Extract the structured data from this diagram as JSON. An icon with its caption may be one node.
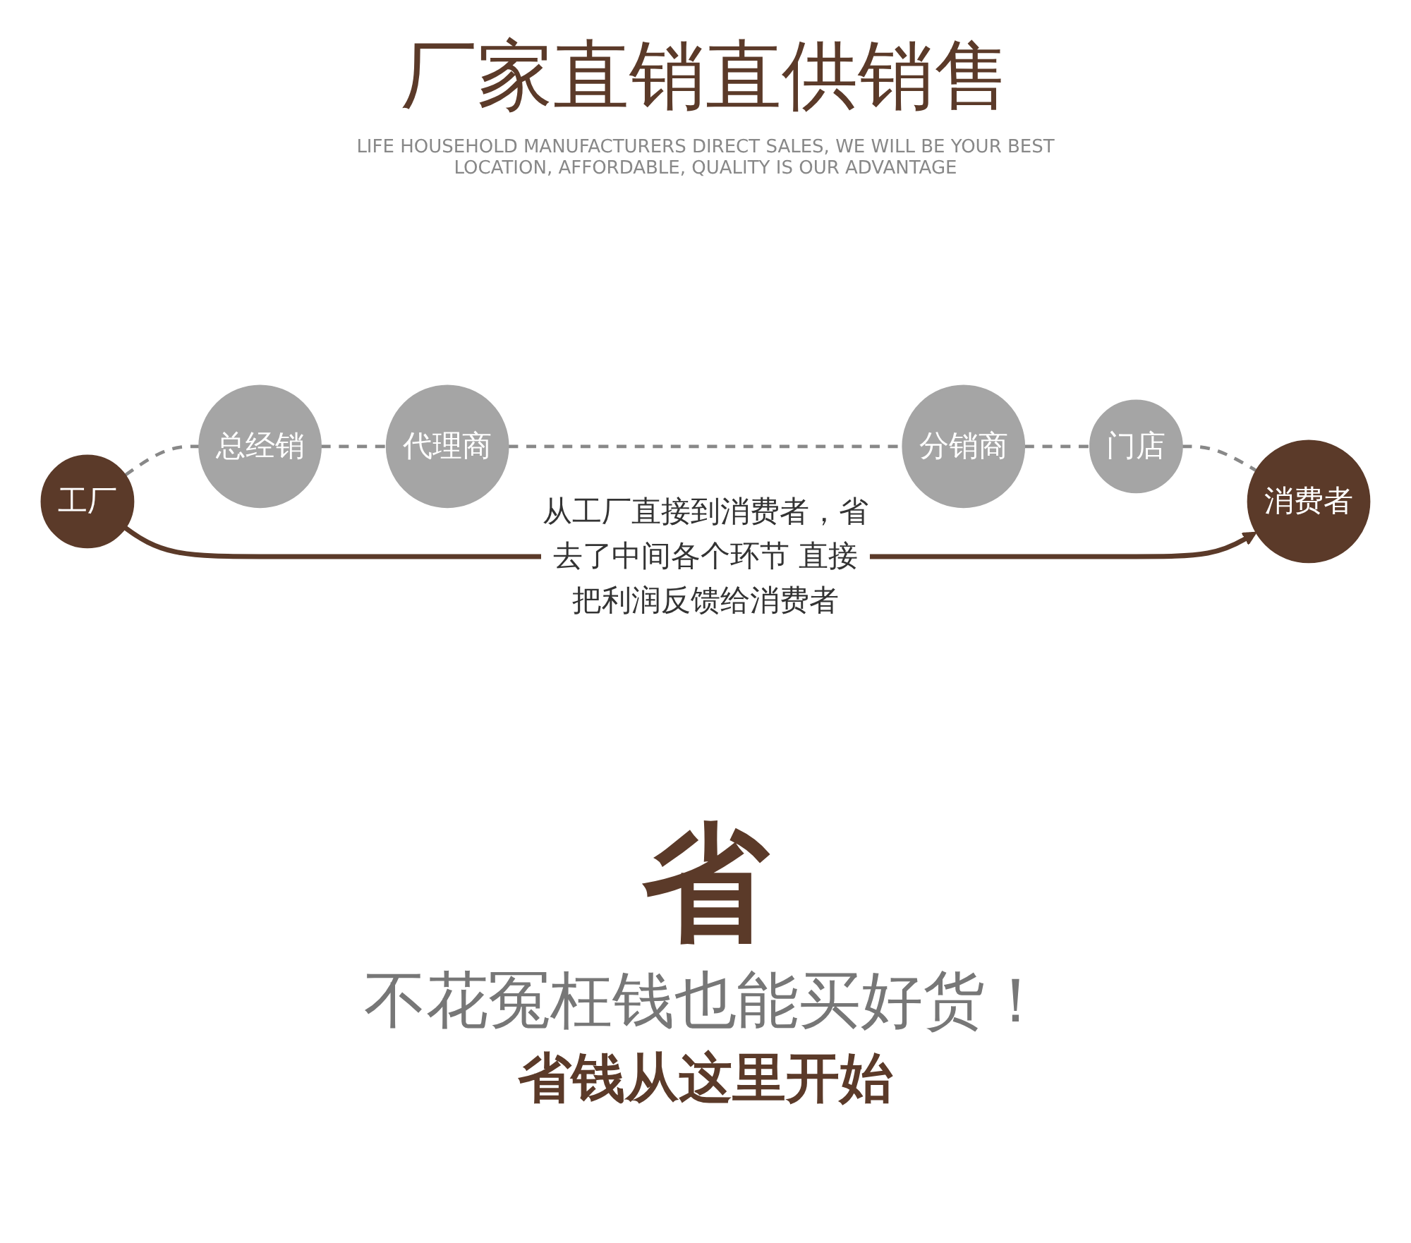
{
  "diagram": {
    "title": "厂家直销直供销售",
    "nodes": [
      {
        "text": [
          "工厂"
        ]
      },
      {
        "text": [
          "总经销"
        ]
      },
      {
        "text": [
          "代理商"
        ]
      },
      {
        "text": [
          "分销商"
        ]
      },
      {
        "text": [
          "门店"
        ]
      },
      {
        "text": [
          "消费者"
        ]
      }
    ],
    "edges": [
      {
        "from": 0,
        "to": 1,
        "arrow": "none",
        "style": "dashed"
      },
      {
        "from": 1,
        "to": 2,
        "arrow": "none",
        "style": "dashed"
      },
      {
        "from": 2,
        "to": 3,
        "arrow": "none",
        "style": "dashed"
      },
      {
        "from": 3,
        "to": 4,
        "arrow": "none",
        "style": "dashed"
      },
      {
        "from": 4,
        "to": 5,
        "arrow": "none",
        "style": "dashed"
      },
      {
        "from": 0,
        "to": 5,
        "arrow": "to",
        "label": "从工厂直接到消费者，省去了中间各个环节 直接把利润反馈给消费者",
        "color": "#5b3a29"
      }
    ],
    "labels": [
      "LIFE HOUSEHOLD MANUFACTURERS DIRECT SALES, WE WILL BE YOUR BEST LOCATION, AFFORDABLE, QUALITY IS OUR ADVANTAGE",
      "省",
      "不花冤枉钱也能买好货！",
      "省钱从这里开始"
    ]
  }
}
